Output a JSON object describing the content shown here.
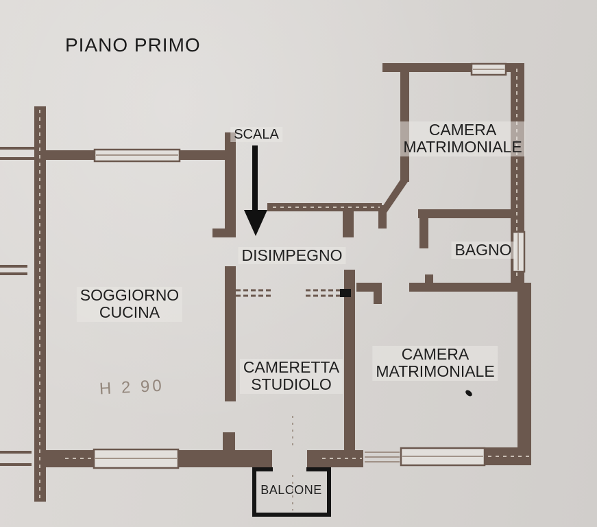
{
  "title": "PIANO PRIMO",
  "labels": {
    "scala": "SCALA",
    "disimpegno": "DISIMPEGNO",
    "camera_matrimoniale_top": {
      "line1": "CAMERA",
      "line2": "MATRIMONIALE"
    },
    "bagno": "BAGNO",
    "soggiorno_cucina": {
      "line1": "SOGGIORNO",
      "line2": "CUCINA"
    },
    "cameretta_studiolo": {
      "line1": "CAMERETTA",
      "line2": "STUDIOLO"
    },
    "camera_matrimoniale_bottom": {
      "line1": "CAMERA",
      "line2": "MATRIMONIALE"
    },
    "balcone": "BALCONE",
    "height_note": "H 2 90"
  },
  "icons": {
    "stairs_direction": "down-arrow"
  },
  "colors": {
    "paper": "#d8d5d2",
    "wall": "#6b584e",
    "ink": "#1c1c1c",
    "pencil": "#87796d",
    "balcony_outline": "#151515",
    "window_fill": "#e2dfdb"
  }
}
